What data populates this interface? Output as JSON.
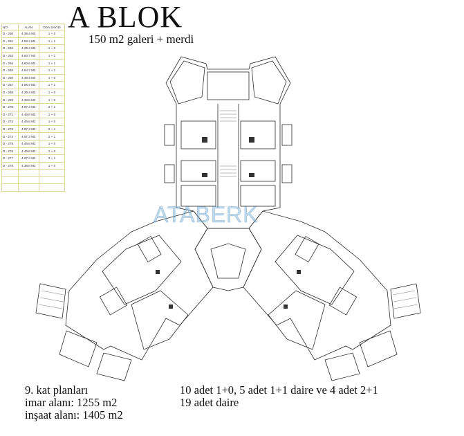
{
  "header": {
    "title": "A BLOK",
    "subtitle": "150 m2 galeri + merdi"
  },
  "unit_table": {
    "headers": [
      "NO",
      "ALAN",
      "ODA SAYISI"
    ],
    "rows": [
      [
        "D - 260",
        "4.39.4 M2",
        "1 + 0"
      ],
      [
        "D - 261",
        "4.58.4 M2",
        "1 + 1"
      ],
      [
        "D - 262",
        "4.39.4 M2",
        "1 + 0"
      ],
      [
        "D - 263",
        "4.64.7 M2",
        "1 + 1"
      ],
      [
        "D - 264",
        "4.60.6 M2",
        "1 + 1"
      ],
      [
        "D - 265",
        "4.64.7 M2",
        "1 + 1"
      ],
      [
        "D - 266",
        "4.39.4 M2",
        "1 + 0"
      ],
      [
        "D - 267",
        "4.58.4 M2",
        "1 + 1"
      ],
      [
        "D - 268",
        "4.39.4 M2",
        "1 + 0"
      ],
      [
        "D - 269",
        "4.39.8 M2",
        "1 + 0"
      ],
      [
        "D - 270",
        "4.97.3 M2",
        "2 + 1"
      ],
      [
        "D - 271",
        "4.48.8 M2",
        "1 + 0"
      ],
      [
        "D - 272",
        "4.48.8 M2",
        "1 + 0"
      ],
      [
        "D - 273",
        "4.97.3 M2",
        "2 + 1"
      ],
      [
        "D - 274",
        "4.97.3 M2",
        "2 + 1"
      ],
      [
        "D - 275",
        "4.48.8 M2",
        "1 + 0"
      ],
      [
        "D - 276",
        "4.48.8 M2",
        "1 + 0"
      ],
      [
        "D - 277",
        "4.97.3 M2",
        "2 + 1"
      ],
      [
        "D - 278",
        "4.38.8 M2",
        "1 + 0"
      ],
      [
        "",
        "",
        ""
      ],
      [
        "",
        "",
        ""
      ],
      [
        "",
        "",
        ""
      ]
    ]
  },
  "footer": {
    "left_line1": "9. kat planları",
    "left_line2": "imar alanı: 1255 m2",
    "left_line3": "inşaat alanı: 1405 m2",
    "right_line1": "10 adet 1+0, 5 adet 1+1 daire ve 4 adet 2+1",
    "right_line2": "19 adet daire"
  },
  "watermark": "ATABERK",
  "colors": {
    "line": "#2a2a2a",
    "table_border": "#e0d89a",
    "watermark": "#78afd2"
  }
}
